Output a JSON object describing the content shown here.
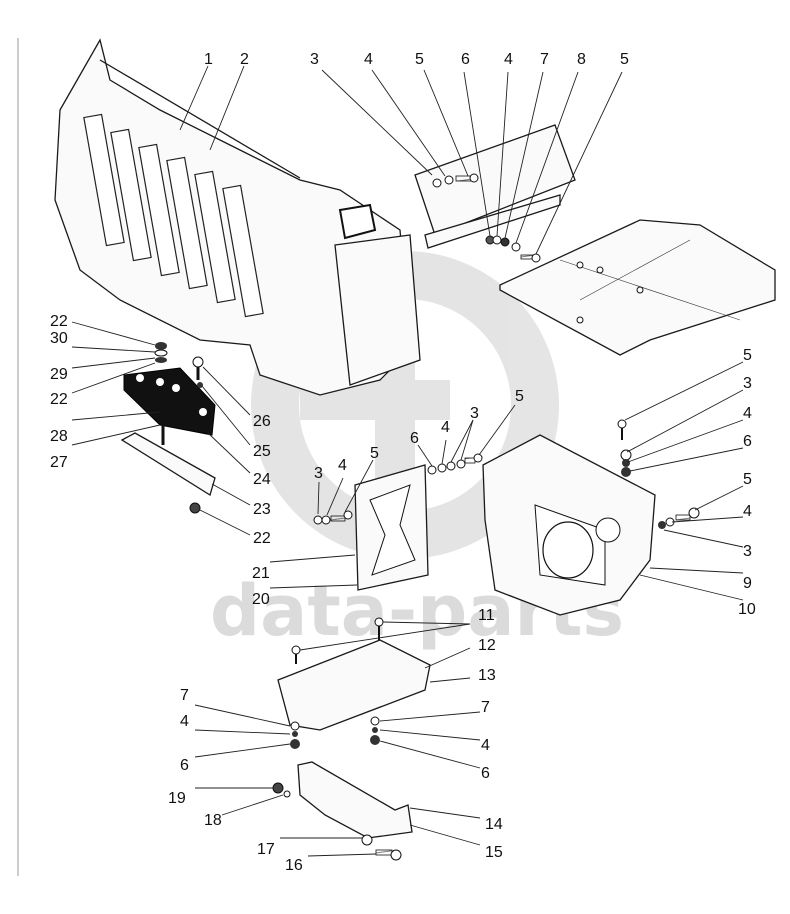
{
  "diagram": {
    "type": "exploded parts diagram",
    "watermark": {
      "text": "data-parts",
      "logo": "circular-logo-watermark"
    },
    "parts": [
      {
        "name": "grille-panel",
        "icon": "grille-panel-drawing"
      },
      {
        "name": "mounting-bracket",
        "icon": "bracket-drawing"
      },
      {
        "name": "hood-top-plate",
        "icon": "plate-drawing"
      },
      {
        "name": "side-panel",
        "icon": "side-panel-drawing"
      },
      {
        "name": "x-brace-plate",
        "icon": "x-plate-drawing"
      },
      {
        "name": "engine-side-panel",
        "icon": "side-shield-drawing"
      },
      {
        "name": "rubber-mount-block",
        "icon": "mount-block-drawing"
      },
      {
        "name": "mount-channel",
        "icon": "channel-drawing"
      },
      {
        "name": "tray",
        "icon": "tray-drawing"
      },
      {
        "name": "support-bracket",
        "icon": "support-bracket-drawing"
      }
    ],
    "callouts": [
      {
        "id": "c1",
        "label": "1"
      },
      {
        "id": "c2",
        "label": "2"
      },
      {
        "id": "c3a",
        "label": "3"
      },
      {
        "id": "c4a",
        "label": "4"
      },
      {
        "id": "c5a",
        "label": "5"
      },
      {
        "id": "c6a",
        "label": "6"
      },
      {
        "id": "c4b",
        "label": "4"
      },
      {
        "id": "c7a",
        "label": "7"
      },
      {
        "id": "c8",
        "label": "8"
      },
      {
        "id": "c5b",
        "label": "5"
      },
      {
        "id": "c22a",
        "label": "22"
      },
      {
        "id": "c30",
        "label": "30"
      },
      {
        "id": "c29",
        "label": "29"
      },
      {
        "id": "c22b",
        "label": "22"
      },
      {
        "id": "c28",
        "label": "28"
      },
      {
        "id": "c27",
        "label": "27"
      },
      {
        "id": "c26",
        "label": "26"
      },
      {
        "id": "c25",
        "label": "25"
      },
      {
        "id": "c24",
        "label": "24"
      },
      {
        "id": "c23",
        "label": "23"
      },
      {
        "id": "c22c",
        "label": "22"
      },
      {
        "id": "c3b",
        "label": "3"
      },
      {
        "id": "c4c",
        "label": "4"
      },
      {
        "id": "c5c",
        "label": "5"
      },
      {
        "id": "c21",
        "label": "21"
      },
      {
        "id": "c20",
        "label": "20"
      },
      {
        "id": "c6b",
        "label": "6"
      },
      {
        "id": "c4d",
        "label": "4"
      },
      {
        "id": "c3c",
        "label": "3"
      },
      {
        "id": "c5d",
        "label": "5"
      },
      {
        "id": "c5e",
        "label": "5"
      },
      {
        "id": "c3d",
        "label": "3"
      },
      {
        "id": "c4e",
        "label": "4"
      },
      {
        "id": "c6c",
        "label": "6"
      },
      {
        "id": "c5f",
        "label": "5"
      },
      {
        "id": "c4f",
        "label": "4"
      },
      {
        "id": "c3e",
        "label": "3"
      },
      {
        "id": "c9",
        "label": "9"
      },
      {
        "id": "c10",
        "label": "10"
      },
      {
        "id": "c11",
        "label": "11"
      },
      {
        "id": "c12",
        "label": "12"
      },
      {
        "id": "c13",
        "label": "13"
      },
      {
        "id": "c7b",
        "label": "7"
      },
      {
        "id": "c4g",
        "label": "4"
      },
      {
        "id": "c6d",
        "label": "6"
      },
      {
        "id": "c7c",
        "label": "7"
      },
      {
        "id": "c4h",
        "label": "4"
      },
      {
        "id": "c6e",
        "label": "6"
      },
      {
        "id": "c19",
        "label": "19"
      },
      {
        "id": "c18",
        "label": "18"
      },
      {
        "id": "c14",
        "label": "14"
      },
      {
        "id": "c15",
        "label": "15"
      },
      {
        "id": "c17",
        "label": "17"
      },
      {
        "id": "c16",
        "label": "16"
      }
    ]
  }
}
